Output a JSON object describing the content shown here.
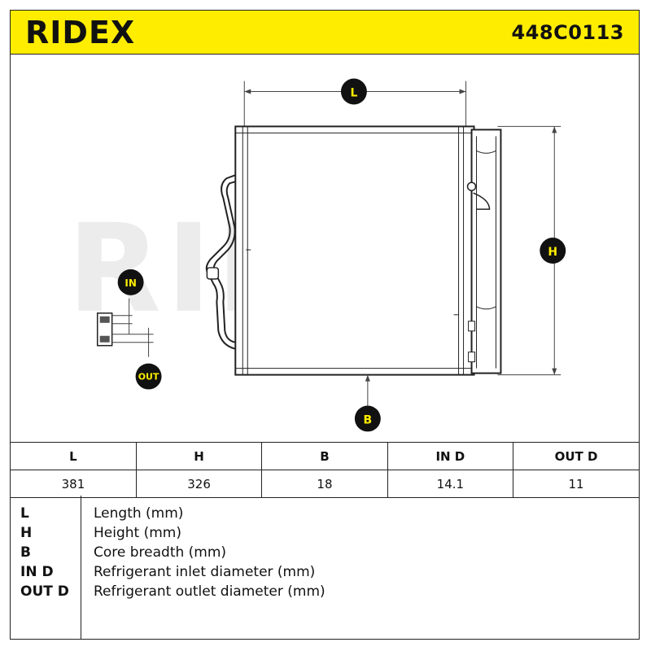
{
  "brand": {
    "name": "RIDEX",
    "accent": "#ffed00"
  },
  "part_number": "448C0113",
  "watermark": "RIDEX",
  "diagram": {
    "labels": {
      "length": "L",
      "height": "H",
      "breadth": "B",
      "inlet": "IN",
      "outlet": "OUT"
    }
  },
  "spec_table": {
    "headers": [
      "L",
      "H",
      "B",
      "IN D",
      "OUT D"
    ],
    "values": [
      "381",
      "326",
      "18",
      "14.1",
      "11"
    ]
  },
  "legend": [
    {
      "key": "L",
      "desc": "Length (mm)"
    },
    {
      "key": "H",
      "desc": "Height (mm)"
    },
    {
      "key": "B",
      "desc": "Core breadth (mm)"
    },
    {
      "key": "IN D",
      "desc": "Refrigerant inlet diameter (mm)"
    },
    {
      "key": "OUT D",
      "desc": "Refrigerant outlet diameter (mm)"
    }
  ]
}
